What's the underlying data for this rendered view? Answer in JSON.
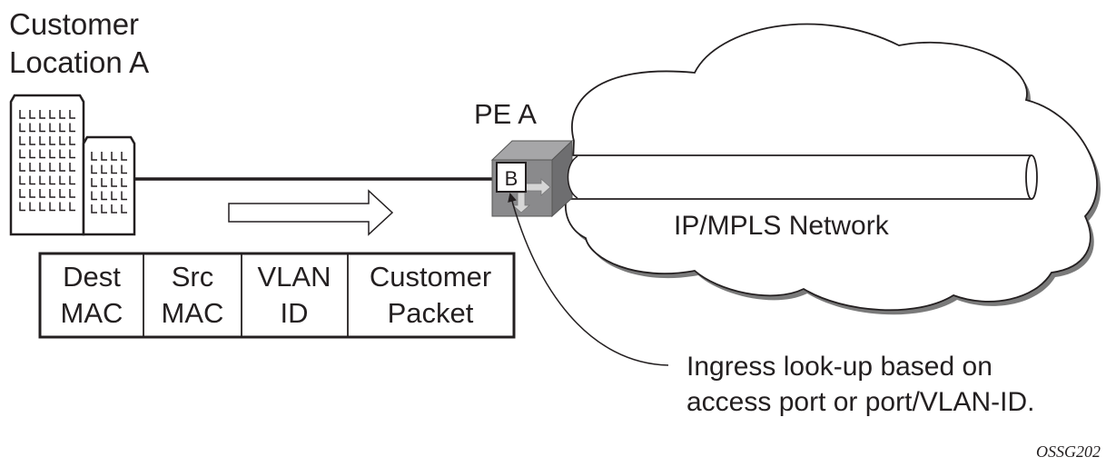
{
  "customer": {
    "title_line1": "Customer",
    "title_line2": "Location A"
  },
  "pe": {
    "label": "PE A",
    "box_label": "B"
  },
  "network": {
    "label": "IP/MPLS Network"
  },
  "frame": {
    "fields": [
      {
        "line1": "Dest",
        "line2": "MAC"
      },
      {
        "line1": "Src",
        "line2": "MAC"
      },
      {
        "line1": "VLAN",
        "line2": "ID"
      },
      {
        "line1": "Customer",
        "line2": "Packet"
      }
    ]
  },
  "callout": {
    "line1": "Ingress look-up based on",
    "line2": "access port or port/VLAN-ID."
  },
  "figure_id": "OSSG202",
  "colors": {
    "ink": "#231f20",
    "pe_front": "#8a8a8c",
    "pe_top": "#a6a6a8",
    "pe_side": "#6e6e70",
    "shadow": "#7a7a7a"
  }
}
